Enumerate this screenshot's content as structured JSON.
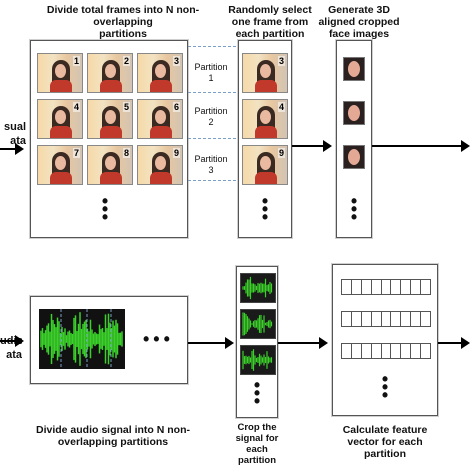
{
  "headers": {
    "divide_frames": [
      "Divide total frames into N non-overlapping",
      "partitions"
    ],
    "randomly_select": [
      "Randomly select",
      "one frame from",
      "each partition"
    ],
    "generate_3d": [
      "Generate 3D",
      "aligned cropped",
      "face images"
    ]
  },
  "side_labels": {
    "visual": [
      "sual",
      "ata"
    ],
    "audio": [
      "udio",
      "ata"
    ]
  },
  "frame_numbers": [
    "1",
    "2",
    "3",
    "4",
    "5",
    "6",
    "7",
    "8",
    "9"
  ],
  "partitions": [
    {
      "word": "Partition",
      "num": "1"
    },
    {
      "word": "Partition",
      "num": "2"
    },
    {
      "word": "Partition",
      "num": "3"
    }
  ],
  "footers": {
    "divide_audio": [
      "Divide audio signal into N non-",
      "overlapping partitions"
    ],
    "crop_signal": [
      "Crop the",
      "signal for",
      "each",
      "partition"
    ],
    "calc_feature": [
      "Calculate feature",
      "vector for each",
      "partition"
    ]
  },
  "colors": {
    "waveform": "#3bd12a",
    "wave_bg": "#111111",
    "dashed": "#7aa0c8"
  }
}
